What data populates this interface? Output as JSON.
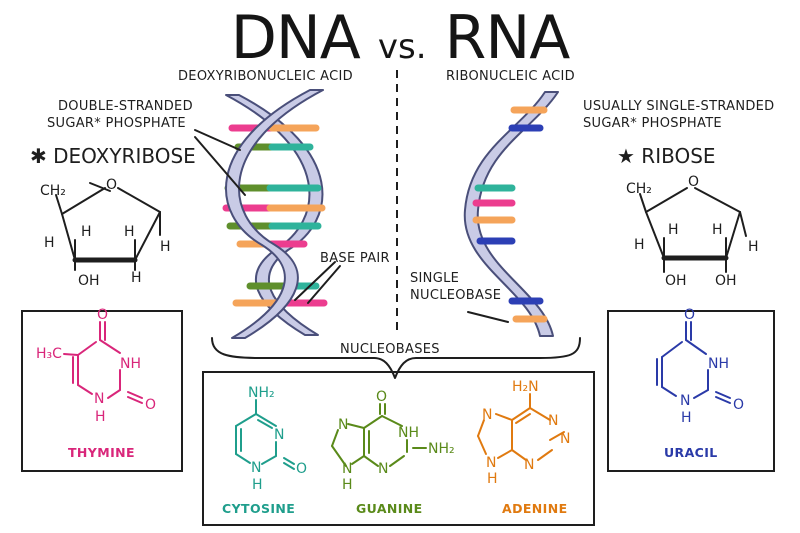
{
  "title": {
    "dna": "DNA",
    "vs": "vs.",
    "rna": "RNA"
  },
  "dna_section": {
    "heading": "DEOXYRIBONUCLEIC ACID",
    "strand_note_line1": "DOUBLE-STRANDED",
    "strand_note_line2": "SUGAR* PHOSPHATE",
    "base_pair_label": "BASE PAIR"
  },
  "rna_section": {
    "heading": "RIBONUCLEIC ACID",
    "strand_note_line1": "USUALLY SINGLE-STRANDED",
    "strand_note_line2": "SUGAR* PHOSPHATE",
    "nucleobase_label_line1": "SINGLE",
    "nucleobase_label_line2": "NUCLEOBASE"
  },
  "deoxyribose": {
    "title": "DEOXYRIBOSE",
    "marker": "✱",
    "ch2": "CH₂",
    "o": "O",
    "h": "H",
    "oh": "OH"
  },
  "ribose": {
    "title": "RIBOSE",
    "marker": "★",
    "ch2": "CH₂",
    "o": "O",
    "h": "H",
    "oh": "OH"
  },
  "nucleobases_label": "NUCLEOBASES",
  "molecules": {
    "thymine": {
      "name": "THYMINE",
      "group": "H₃C",
      "o": "O",
      "n": "N",
      "h": "H"
    },
    "uracil": {
      "name": "URACIL",
      "o": "O",
      "n": "N",
      "h": "H"
    },
    "cytosine": {
      "name": "CYTOSINE",
      "group": "NH₂",
      "o": "O",
      "n": "N",
      "h": "H"
    },
    "guanine": {
      "name": "GUANINE",
      "group": "NH₂",
      "o": "O",
      "n": "N",
      "nh": "NH",
      "h": "H"
    },
    "adenine": {
      "name": "ADENINE",
      "group": "H₂N",
      "n": "N",
      "h": "H"
    }
  },
  "colors": {
    "ink": "#1e1e1e",
    "backbone_fill": "#c9cbe6",
    "backbone_stroke": "#4a4f7a",
    "thymine": "#d9267a",
    "uracil": "#2a3aa8",
    "cytosine": "#1f9e8c",
    "guanine": "#5a8a1a",
    "adenine": "#e07a10",
    "base_pink": "#ec3d8f",
    "base_orange": "#f5a45a",
    "base_green": "#5f8f2c",
    "base_teal": "#2fb39b",
    "base_blue": "#2c3fb5"
  }
}
